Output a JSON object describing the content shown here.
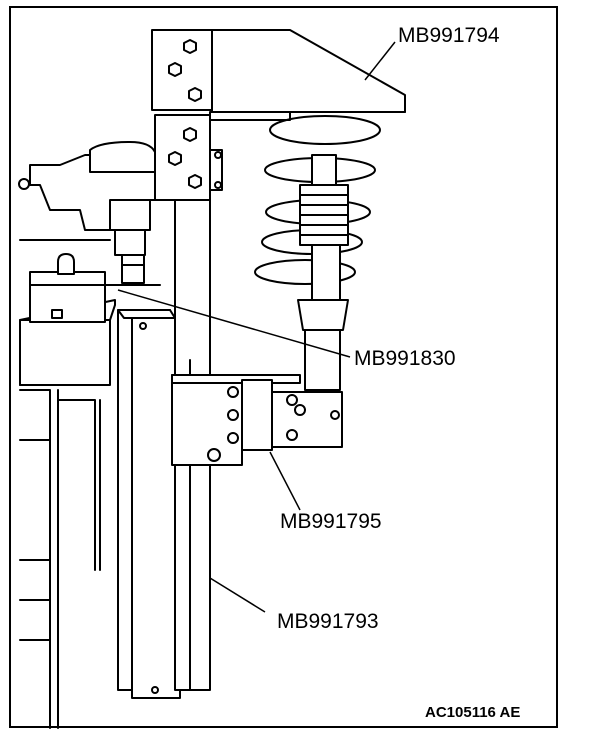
{
  "callouts": {
    "tool_top": "MB991794",
    "tool_middle": "MB991830",
    "tool_bracket": "MB991795",
    "tool_base": "MB991793"
  },
  "figure_id": "AC105116 AE",
  "colors": {
    "line": "#000000",
    "fill": "#ffffff"
  }
}
